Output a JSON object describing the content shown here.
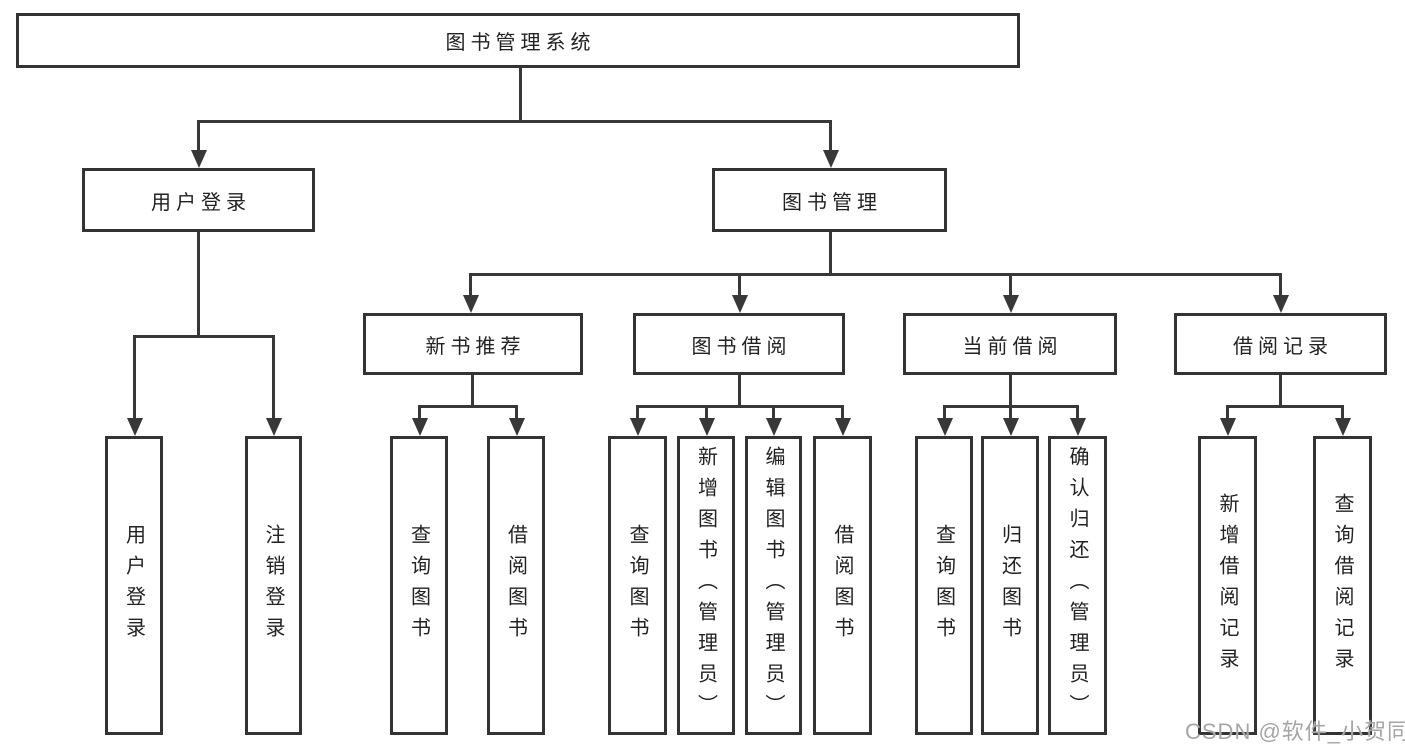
{
  "tree": {
    "root": {
      "label": "图书管理系统"
    },
    "user_login": {
      "label": "用户登录",
      "children": [
        {
          "label": "用户登录"
        },
        {
          "label": "注销登录"
        }
      ]
    },
    "book_mgmt": {
      "label": "图书管理",
      "children": [
        {
          "label": "新书推荐",
          "children": [
            {
              "label": "查询图书"
            },
            {
              "label": "借阅图书"
            }
          ]
        },
        {
          "label": "图书借阅",
          "children": [
            {
              "label": "查询图书"
            },
            {
              "label": "新增图书（管理员）"
            },
            {
              "label": "编辑图书（管理员）"
            },
            {
              "label": "借阅图书"
            }
          ]
        },
        {
          "label": "当前借阅",
          "children": [
            {
              "label": "查询图书"
            },
            {
              "label": "归还图书"
            },
            {
              "label": "确认归还（管理员）"
            }
          ]
        },
        {
          "label": "借阅记录",
          "children": [
            {
              "label": "新增借阅记录"
            },
            {
              "label": "查询借阅记录"
            }
          ]
        }
      ]
    }
  },
  "watermark": "CSDN @软件_小贺同学",
  "colors": {
    "line": "#383838",
    "border": "#333333",
    "text": "#222222",
    "watermark": "#a6a6a6"
  }
}
